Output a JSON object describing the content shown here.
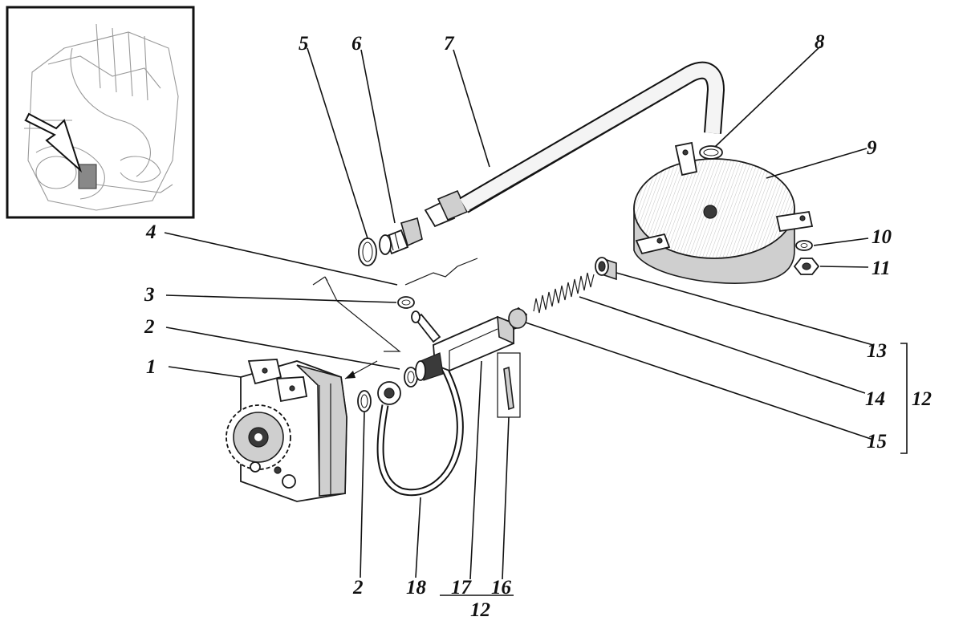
{
  "inset": {
    "arrow_icon": "pointer-arrow-icon"
  },
  "callouts": {
    "c1": "1",
    "c2a": "2",
    "c2b": "2",
    "c3": "3",
    "c4": "4",
    "c5": "5",
    "c6": "6",
    "c7": "7",
    "c8": "8",
    "c9": "9",
    "c10": "10",
    "c11": "11",
    "c12a": "12",
    "c12b": "12",
    "c13": "13",
    "c14": "14",
    "c15": "15",
    "c16": "16",
    "c17": "17",
    "c18": "18"
  },
  "colors": {
    "line": "#111111",
    "fill": "#ffffff",
    "shade": "#cfcfcf"
  }
}
